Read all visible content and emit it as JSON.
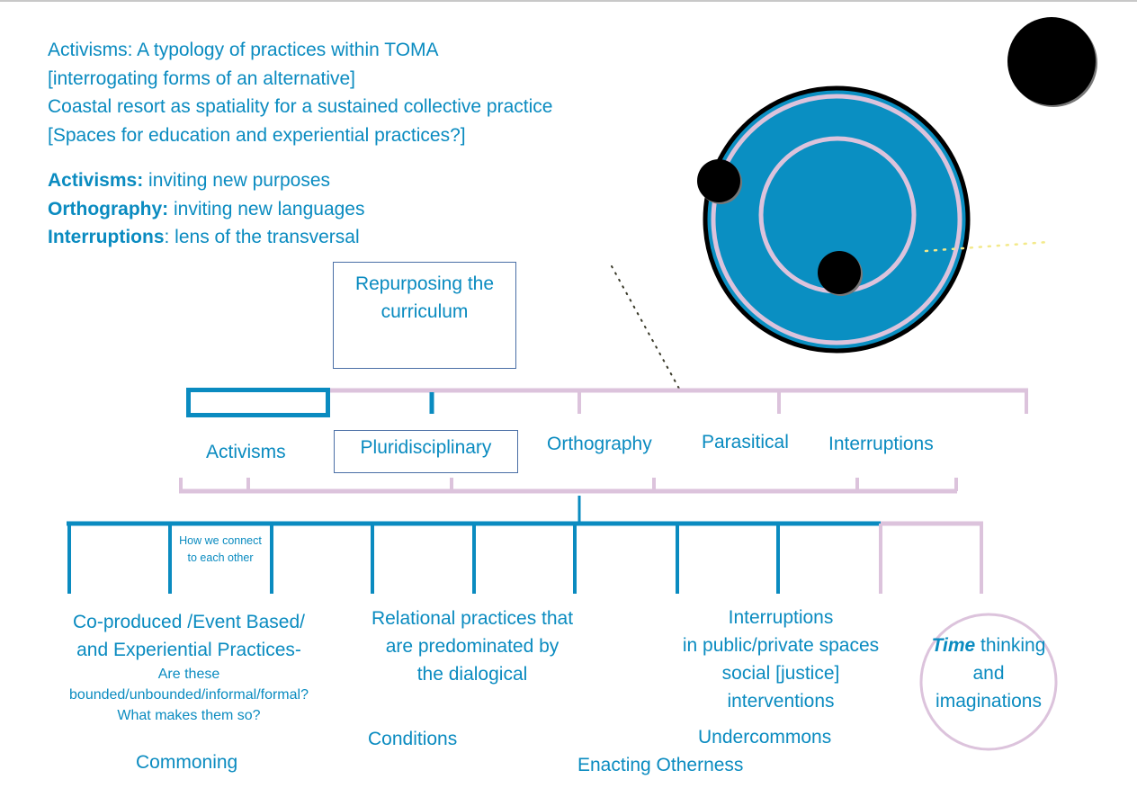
{
  "header": {
    "lines": [
      "Activisms: A typology of practices within TOMA",
      "[interrogating forms of an alternative]",
      "Coastal resort as spatiality for a sustained collective practice",
      "[Spaces for education and experiential practices?]"
    ]
  },
  "definitions": [
    {
      "term": "Activisms:",
      "text": " inviting new purposes"
    },
    {
      "term": "Orthography:",
      "text": " inviting new languages"
    },
    {
      "term": "Interruptions",
      "text": ": lens of the transversal"
    }
  ],
  "boxes": {
    "repurposing": "Repurposing the curriculum",
    "pluridisciplinary": "Pluridisciplinary"
  },
  "categories": [
    "Activisms",
    "Orthography",
    "Parasitical",
    "Interruptions"
  ],
  "sub_note": "How we connect to each other",
  "columns": {
    "coproduced": {
      "title_lines": [
        "Co-produced /Event Based/",
        "and Experiential Practices-"
      ],
      "question_lines": [
        "Are these",
        "bounded/unbounded/informal/formal?",
        "What makes them so?"
      ],
      "footer": "Commoning"
    },
    "relational": {
      "title_lines": [
        "Relational practices that",
        "are predominated by",
        "the dialogical"
      ],
      "footer": "Conditions"
    },
    "interruptions": {
      "title_lines": [
        "Interruptions",
        "in public/private spaces",
        "social [justice]",
        "interventions"
      ],
      "footer": "Undercommons"
    },
    "enacting": "Enacting Otherness",
    "time": {
      "emphasis": "Time",
      "line1_rest": " thinking",
      "line2": "and",
      "line3": "imaginations"
    }
  },
  "colors": {
    "text_blue": "#0a8bc0",
    "line_blue": "#0a8bc0",
    "line_pink": "#dcc3dc",
    "circle_fill": "#0a8fc2",
    "box_border": "#4a6fa6",
    "dot_yellow": "#f3e98a",
    "dot_dark": "#3a3a2a"
  }
}
